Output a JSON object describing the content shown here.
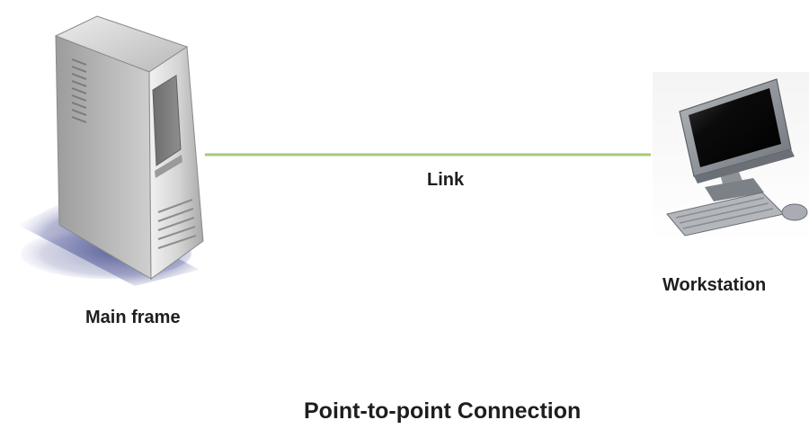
{
  "diagram": {
    "caption": "Point-to-point Connection",
    "nodes": {
      "mainframe": {
        "label": "Main frame",
        "icon": "server-tower-icon"
      },
      "workstation": {
        "label": "Workstation",
        "icon": "desktop-computer-icon"
      }
    },
    "link": {
      "label": "Link",
      "color": "#a7c97a"
    }
  },
  "colors": {
    "server_body": "#c9c9c9",
    "server_shadow": "#6f75a6",
    "monitor_frame": "#8a8f96",
    "screen": "#0a0a0a"
  }
}
